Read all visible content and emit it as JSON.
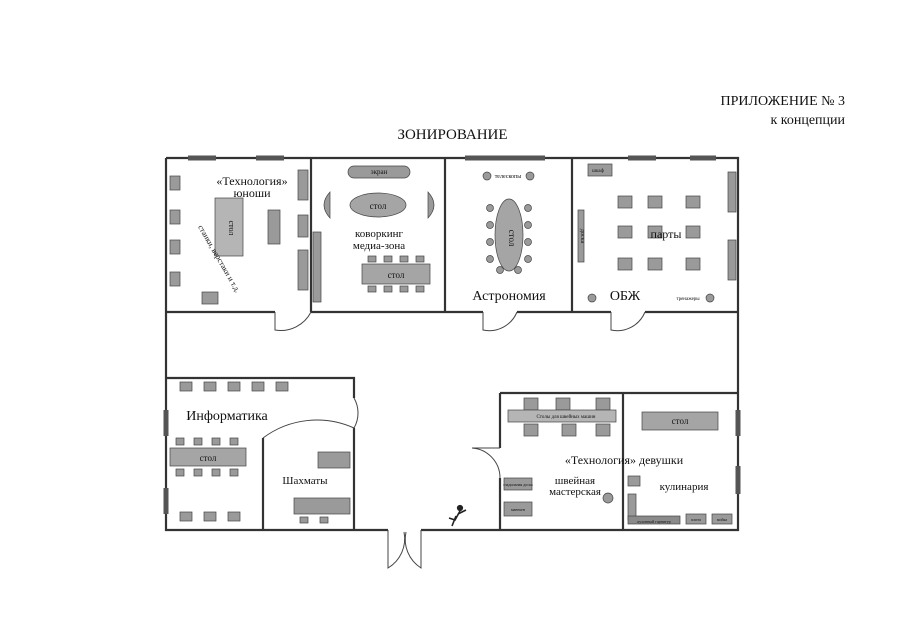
{
  "header": {
    "appendix": "ПРИЛОЖЕНИЕ № 3",
    "subtitle": "к концепции"
  },
  "title": "ЗОНИРОВАНИЕ",
  "rooms": {
    "tech_boys": {
      "name": "«Технология»",
      "name2": "юноши",
      "table": "стол",
      "side": "станки, верстаки и т.д."
    },
    "coworking": {
      "name": "коворкинг",
      "name2": "медиа-зона",
      "table_top": "стол",
      "table_bottom": "стол",
      "screen": "экран"
    },
    "astronomy": {
      "name": "Астрономия",
      "table": "стол",
      "tool": "телескопы"
    },
    "obzh": {
      "name": "ОБЖ",
      "desks": "парты",
      "board": "доска",
      "cabinet": "шкаф",
      "extra": "тренажеры"
    },
    "informatics": {
      "name": "Информатика",
      "table": "стол"
    },
    "chess": {
      "name": "Шахматы"
    },
    "tech_girls": {
      "name": "«Технология» девушки",
      "sewing": "швейная",
      "sewing2": "мастерская",
      "cooking": "кулинария",
      "table": "стол",
      "tables_label": "Столы для швейных машин",
      "ironing": "гладильная доска",
      "mannequin": "манекен",
      "kitchen": "кухонный гарнитур",
      "fridge": "плита",
      "sink": "мойка"
    }
  }
}
